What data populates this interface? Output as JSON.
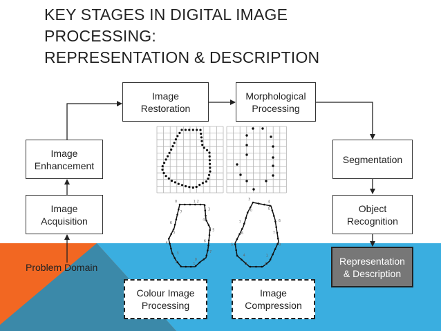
{
  "slide": {
    "title_lines": [
      "KEY STAGES IN DIGITAL IMAGE",
      "PROCESSING:",
      "REPRESENTATION & DESCRIPTION"
    ]
  },
  "boxes": {
    "image_restoration": "Image\nRestoration",
    "morphological_processing": "Morphological\nProcessing",
    "image_enhancement": "Image\nEnhancement",
    "segmentation": "Segmentation",
    "image_acquisition": "Image\nAcquisition",
    "object_recognition": "Object\nRecognition",
    "representation_description": "Representation\n& Description",
    "colour_image_processing": "Colour Image\nProcessing",
    "image_compression": "Image\nCompression"
  },
  "labels": {
    "problem_domain": "Problem Domain"
  },
  "colors": {
    "band_blue": "#3aaee0",
    "band_orange": "#f26722",
    "band_overlap": "#3b89a9",
    "highlight_box": "#777777"
  }
}
